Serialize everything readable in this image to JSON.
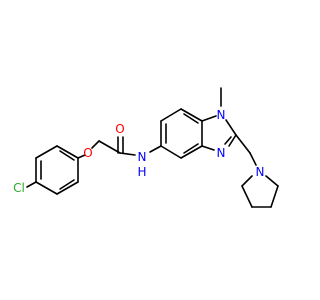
{
  "molecule": {
    "atoms": [
      {
        "symbol": "Cl",
        "color": "#2DA82D"
      },
      {
        "symbol": "O",
        "color": "#FF0000"
      },
      {
        "symbol": "O",
        "color": "#FF0000"
      },
      {
        "symbol": "N",
        "color": "#0000FF"
      },
      {
        "symbol": "H",
        "color": "#0000FF"
      },
      {
        "symbol": "N",
        "color": "#0000FF"
      },
      {
        "symbol": "N",
        "color": "#0000FF"
      },
      {
        "symbol": "N",
        "color": "#0000FF"
      }
    ]
  }
}
